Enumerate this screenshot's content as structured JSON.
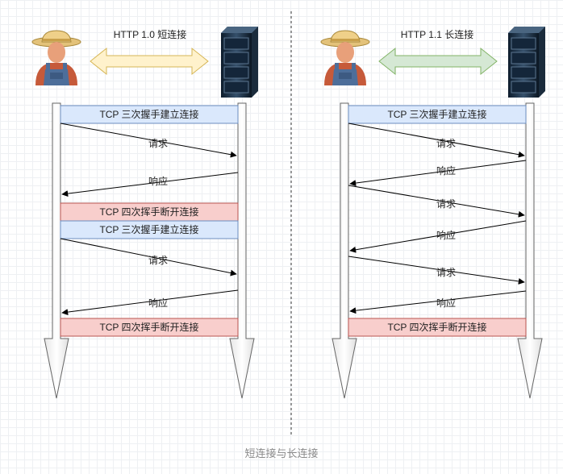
{
  "left": {
    "title": "HTTP 1.0 短连接",
    "handshake": "TCP 三次握手建立连接",
    "request": "请求",
    "response": "响应",
    "teardown": "TCP 四次挥手断开连接"
  },
  "right": {
    "title": "HTTP 1.1 长连接",
    "handshake": "TCP 三次握手建立连接",
    "request": "请求",
    "response": "响应",
    "teardown": "TCP 四次挥手断开连接"
  },
  "caption": "短连接与长连接",
  "colors": {
    "handshake_fill": "#dae8fc",
    "handshake_stroke": "#6c8ebf",
    "teardown_fill": "#f8cecc",
    "teardown_stroke": "#b85450",
    "arrow_short": "#fff2cc",
    "arrow_long": "#d5e8d4"
  },
  "icons": [
    "farmer-client-icon",
    "server-rack-icon"
  ]
}
